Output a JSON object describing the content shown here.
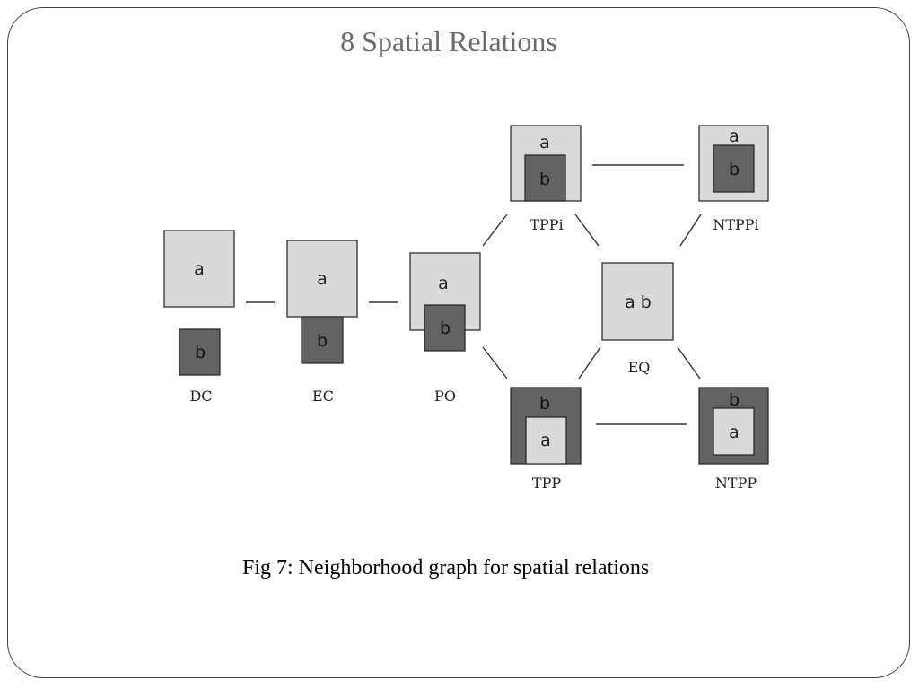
{
  "title": "8 Spatial Relations",
  "caption": "Fig 7: Neighborhood graph for spatial relations",
  "colors": {
    "light": "#d9d9d9",
    "dark": "#636363",
    "stroke": "#222222",
    "edge": "#333333",
    "title": "#6b6b6b"
  },
  "region_labels": {
    "a": "a",
    "b": "b",
    "eq": "a b"
  },
  "relations": {
    "dc": "DC",
    "ec": "EC",
    "po": "PO",
    "tppi": "TPPi",
    "ntppi": "NTPPi",
    "eq": "EQ",
    "tpp": "TPP",
    "ntpp": "NTPP"
  },
  "edges": [
    [
      "DC",
      "EC"
    ],
    [
      "EC",
      "PO"
    ],
    [
      "PO",
      "TPPi"
    ],
    [
      "PO",
      "TPP"
    ],
    [
      "TPPi",
      "NTPPi"
    ],
    [
      "TPPi",
      "EQ"
    ],
    [
      "NTPPi",
      "EQ"
    ],
    [
      "TPP",
      "EQ"
    ],
    [
      "NTPP",
      "EQ"
    ],
    [
      "TPP",
      "NTPP"
    ]
  ]
}
